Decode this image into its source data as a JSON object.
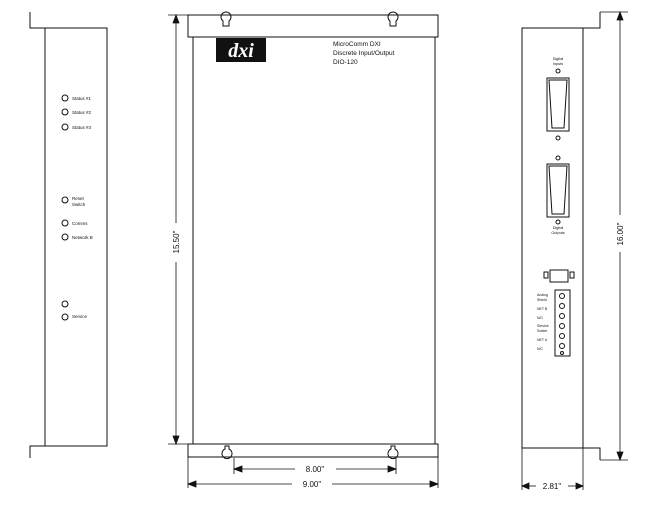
{
  "dimensions": {
    "height_front": "15.50\"",
    "height_side": "16.00\"",
    "width_total": "9.00\"",
    "hole_spacing": "8.00\"",
    "depth_side": "2.81\""
  },
  "logo": {
    "text": "dxi"
  },
  "product": {
    "line1": "MicroComm DXI",
    "line2": "Discrete Input/Output",
    "line3": "DIO-120"
  },
  "left_panel": {
    "status1": "Status #1",
    "status2": "Status #2",
    "status3": "Status #3",
    "reset_line1": "Reset",
    "reset_line2": "Switch",
    "comms": "Comms",
    "network": "Network B",
    "service": "Service"
  },
  "right_panel": {
    "digital_inputs_line1": "Digital",
    "digital_inputs_line2": "Inputs",
    "digital_outputs_line1": "Digital",
    "digital_outputs_line2": "Outputs",
    "term_1a": "Analog",
    "term_1b": "Shield",
    "term_2": "NET B",
    "term_3": "N/C",
    "term_4a": "Service",
    "term_4b": "Switch",
    "term_5": "NET A",
    "term_6": "N/C"
  }
}
